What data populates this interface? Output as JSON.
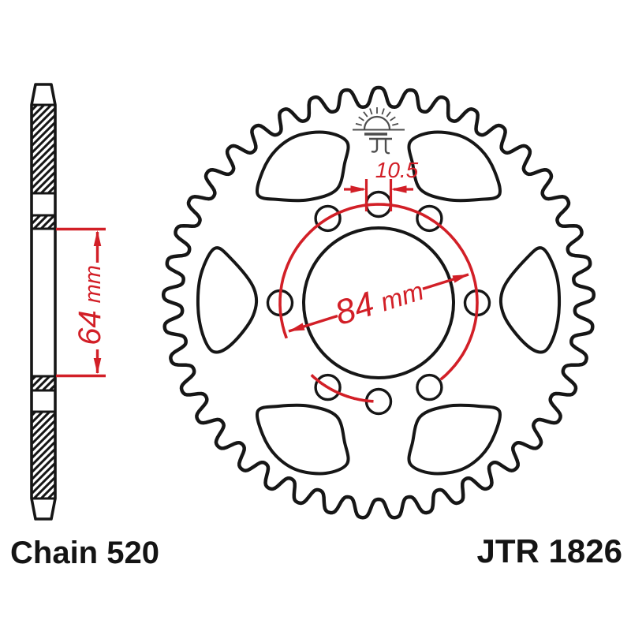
{
  "page": {
    "background": "#ffffff"
  },
  "footer": {
    "chain_label": "Chain 520",
    "part_number": "JTR 1826"
  },
  "dimensions": {
    "bolt_hole": {
      "value": "10.5"
    },
    "bolt_circle": {
      "value": "84",
      "unit": "mm"
    },
    "bore": {
      "value": "64",
      "unit": "mm"
    }
  },
  "sprocket": {
    "teeth_count_drawn": 41,
    "bolt_hole_count": 8,
    "lightening_hole_count": 6,
    "chain_size": "520"
  },
  "icons": {
    "brand_logo": "jt-rising-sun-logo"
  },
  "colors": {
    "dimension_red": "#d21f27",
    "drawing_black": "#161616",
    "logo_gray": "#4d4d4d",
    "background": "#ffffff"
  }
}
